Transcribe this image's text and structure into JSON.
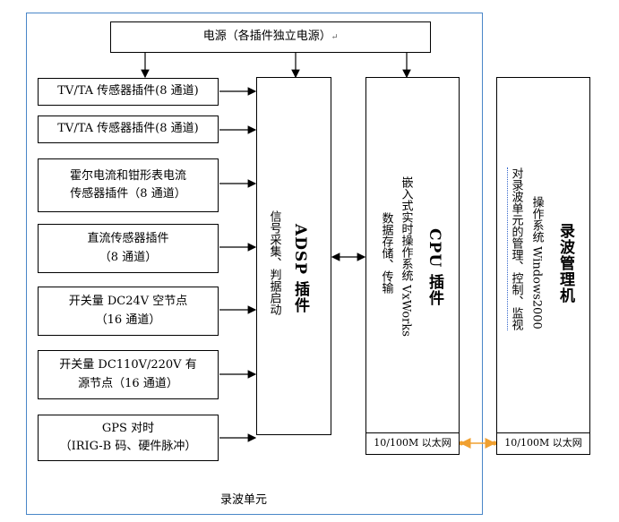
{
  "power": "电源（各插件独立电源）",
  "inputs": [
    {
      "lines": [
        "TV/TA 传感器插件(8 通道)"
      ]
    },
    {
      "lines": [
        "TV/TA 传感器插件(8 通道)"
      ]
    },
    {
      "lines": [
        "霍尔电流和钳形表电流",
        "传感器插件（8 通道）"
      ]
    },
    {
      "lines": [
        "直流传感器插件",
        "（8 通道）"
      ]
    },
    {
      "lines": [
        "开关量 DC24V 空节点",
        "（16 通道）"
      ]
    },
    {
      "lines": [
        "开关量 DC110V/220V 有",
        "源节点（16 通道）"
      ]
    },
    {
      "lines": [
        "GPS 对时",
        "（IRIG-B 码、硬件脉冲）"
      ]
    }
  ],
  "adsp": {
    "title": "ADSP 插件",
    "desc": "信号采集、判据启动"
  },
  "cpu": {
    "title": "CPU 插件",
    "desc1": "嵌入式实时操作系统 VxWorks",
    "desc2": "数据存储、传输",
    "eth": "10/100M 以太网"
  },
  "manager": {
    "title": "录波管理机",
    "desc1": "操作系统 Windows2000",
    "desc2": "对录波单元的管理、控制、监视",
    "eth": "10/100M 以太网"
  },
  "unit_label": "录波单元",
  "mark": "↵"
}
